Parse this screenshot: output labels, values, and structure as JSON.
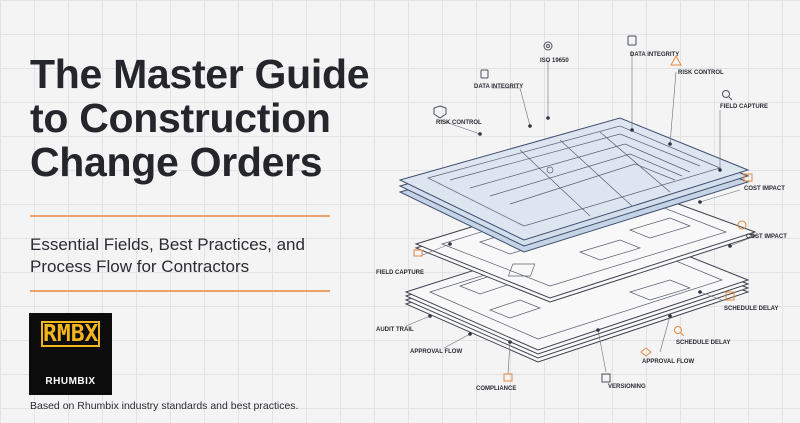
{
  "hero": {
    "title": "The Master Guide to Construction Change Orders",
    "subtitle": "Essential Fields, Best Practices, and Process Flow for Contractors"
  },
  "brand": {
    "logo_text": "RMBX",
    "name": "RHUMBIX",
    "color": "#f2b51e"
  },
  "footnote": "Based on Rhumbix industry standards and best practices.",
  "diagram": {
    "labels": {
      "iso": "ISO 19650",
      "data_integrity_top": "DATA INTEGRITY",
      "data_integrity_left": "DATA INTEGRITY",
      "risk_control_top": "RISK CONTROL",
      "risk_control_left": "RISK CONTROL",
      "field_capture_right": "FIELD CAPTURE",
      "field_capture_left": "FIELD CAPTURE",
      "cost_impact_top": "COST IMPACT",
      "cost_impact_bottom": "COST IMPACT",
      "schedule_delay_right": "SCHEDULE DELAY",
      "schedule_delay_bottom": "SCHEDULE DELAY",
      "audit_trail": "AUDIT TRAIL",
      "approval_flow_left": "APPROVAL FLOW",
      "approval_flow_right": "APPROVAL FLOW",
      "compliance": "COMPLIANCE",
      "versioning": "VERSIONING"
    },
    "accent_color": "#e58a3c"
  }
}
